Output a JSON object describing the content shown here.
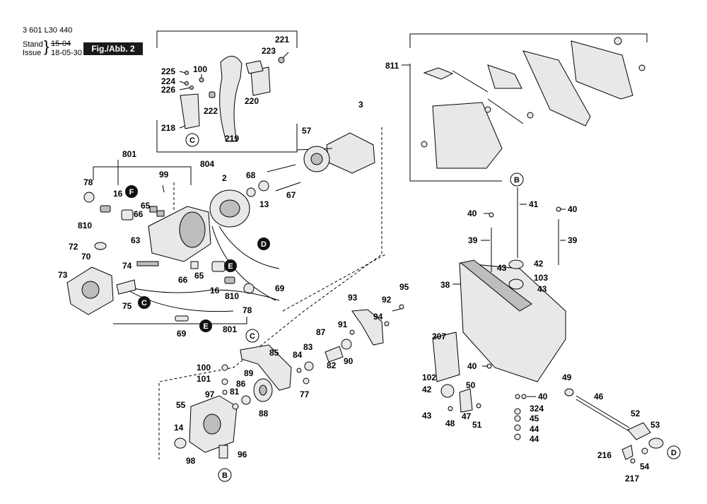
{
  "header": {
    "doc_code": "3 601 L30 440",
    "stand_label": "Stand",
    "issue_label": "Issue",
    "stand_value": "15-04",
    "issue_value": "18-05-30",
    "figure_label": "Fig./Abb. 2"
  },
  "callouts": [
    "C",
    "D",
    "E",
    "F",
    "B"
  ],
  "part_numbers": {
    "p221": "221",
    "p223": "223",
    "p225": "225",
    "p100a": "100",
    "p224": "224",
    "p226": "226",
    "p222": "222",
    "p220": "220",
    "p218": "218",
    "p219": "219",
    "p804": "804",
    "p801a": "801",
    "p3": "3",
    "p57": "57",
    "p99": "99",
    "p78a": "78",
    "p16a": "16",
    "p65a": "65",
    "p66a": "66",
    "p2": "2",
    "p68": "68",
    "p13": "13",
    "p67": "67",
    "p810a": "810",
    "p72": "72",
    "p70": "70",
    "p63": "63",
    "p73": "73",
    "p74": "74",
    "p65b": "65",
    "p66b": "66",
    "p16b": "16",
    "p810b": "810",
    "p78b": "78",
    "p69a": "69",
    "p75": "75",
    "p69b": "69",
    "p801b": "801",
    "p93": "93",
    "p92": "92",
    "p95": "95",
    "p94": "94",
    "p91": "91",
    "p87": "87",
    "p85": "85",
    "p84": "84",
    "p83": "83",
    "p82": "82",
    "p90": "90",
    "p100b": "100",
    "p101": "101",
    "p89": "89",
    "p86": "86",
    "p77": "77",
    "p97": "97",
    "p81": "81",
    "p55": "55",
    "p88": "88",
    "p14": "14",
    "p98": "98",
    "p96": "96",
    "p811": "811",
    "p41": "41",
    "p40a": "40",
    "p40b": "40",
    "p39a": "39",
    "p39b": "39",
    "p43a": "43",
    "p42a": "42",
    "p103": "103",
    "p43b": "43",
    "p38": "38",
    "p307": "307",
    "p40c": "40",
    "p102": "102",
    "p42b": "42",
    "p50": "50",
    "p40d": "40",
    "p49": "49",
    "p46": "46",
    "p43c": "43",
    "p48": "48",
    "p47": "47",
    "p324": "324",
    "p45": "45",
    "p51": "51",
    "p44a": "44",
    "p44b": "44",
    "p52": "52",
    "p53": "53",
    "p216": "216",
    "p54": "54",
    "p217": "217"
  }
}
